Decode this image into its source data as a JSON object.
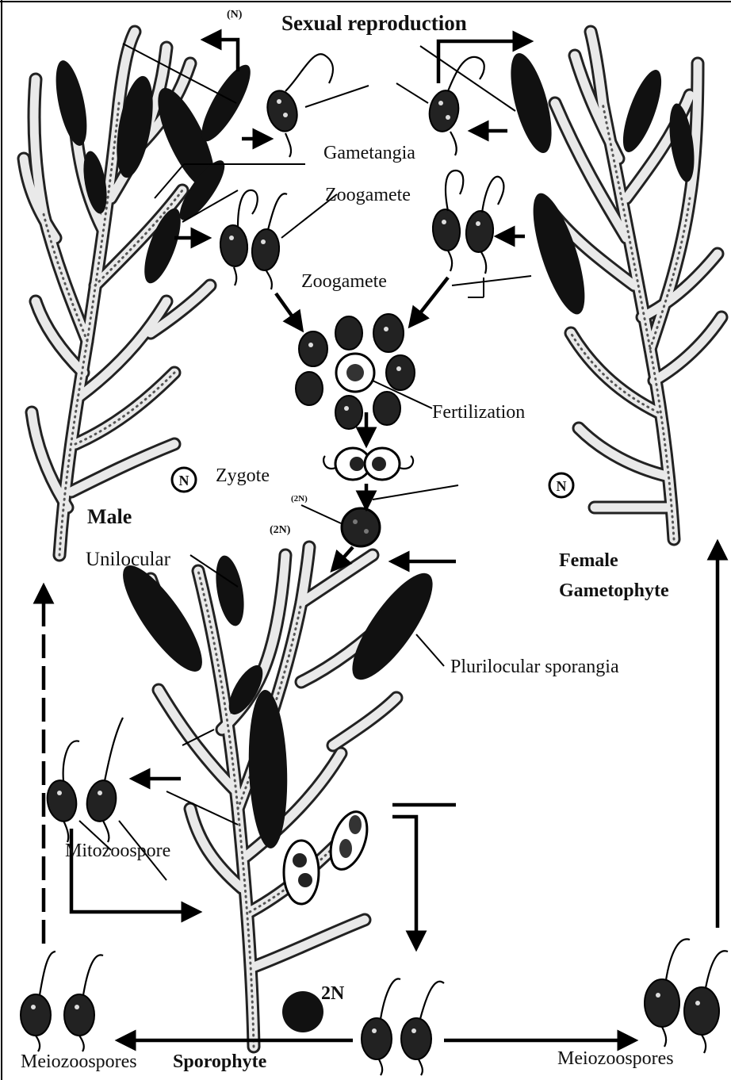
{
  "labels": {
    "sexual_reproduction": "Sexual reproduction",
    "n_top": "(N)",
    "gametangia": "Gametangia",
    "zoogamete_upper": "Zoogamete",
    "zoogamete_lower": "Zoogamete",
    "fertilization": "Fertilization",
    "zygote": "Zygote",
    "n_left": "N",
    "n_right": "N",
    "two_n_small": "(2N)",
    "two_n_upper": "(2N)",
    "male": "Male",
    "unilocular": "Unilocular",
    "female": "Female",
    "gametophyte": "Gametophyte",
    "plurilocular_sporangia": "Plurilocular sporangia",
    "mitozoospore": "Mitozoospore",
    "two_n_big": "2N",
    "meiozoospores_left": "Meiozoospores",
    "sporophyte": "Sporophyte",
    "meiozoospores_right": "Meiozoospores"
  },
  "colors": {
    "ink": "#000000",
    "paper": "#ffffff",
    "cell_fill": "#e9e9e9"
  }
}
